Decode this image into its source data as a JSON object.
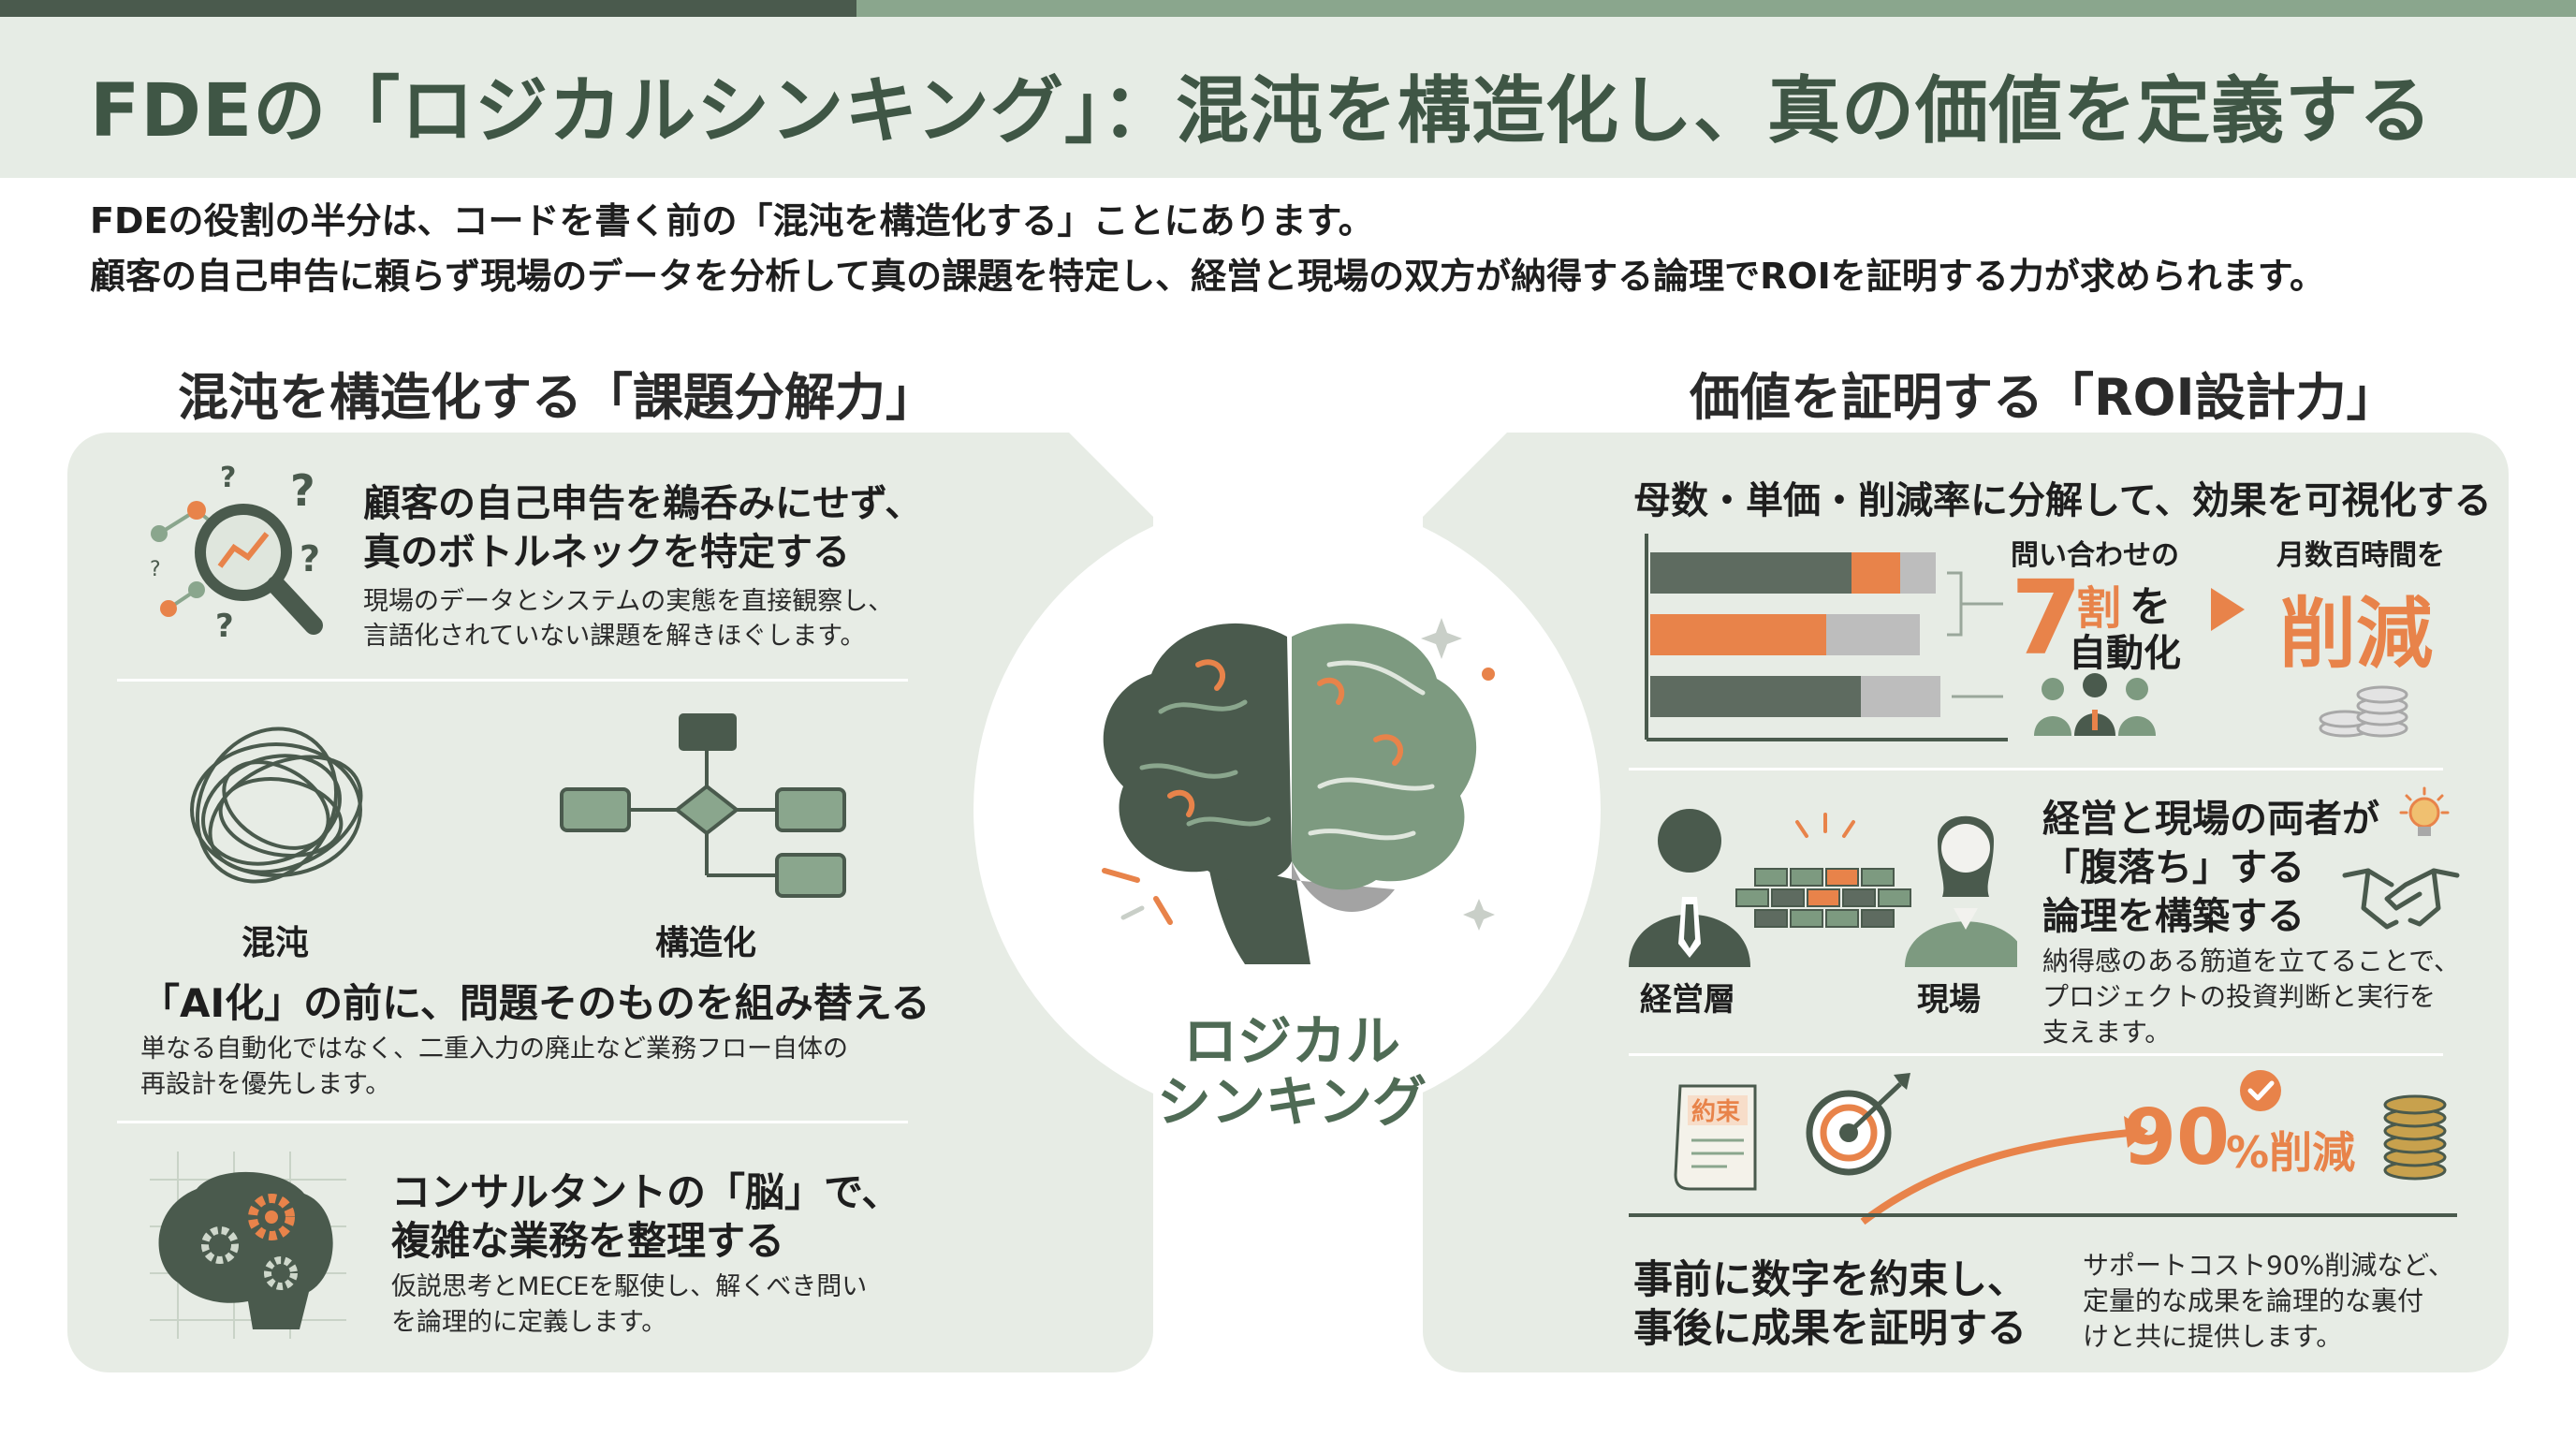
{
  "title": "FDEの「ロジカルシンキング」：混沌を構造化し、真の価値を定義する",
  "intro": [
    "FDEの役割の半分は、コードを書く前の「混沌を構造化する」ことにあります。",
    "顧客の自己申告に頼らず現場のデータを分析して真の課題を特定し、経営と現場の双方が納得する論理でROIを証明する力が求められます。"
  ],
  "colors": {
    "accent_orange": "#e8834a",
    "dark_green": "#4a5a4d",
    "mid_green": "#7d9a80",
    "panel_bg": "#e7ece5"
  },
  "left": {
    "title": "混沌を構造化する「課題分解力」",
    "block1": {
      "icon": "magnifier-question-icon",
      "heading_l1": "顧客の自己申告を鵜呑みにせず、",
      "heading_l2": "真のボトルネックを特定する",
      "body_l1": "現場のデータとシステムの実態を直接観察し、",
      "body_l2": "言語化されていない課題を解きほぐします。"
    },
    "block2": {
      "chaos_label": "混沌",
      "structure_label": "構造化",
      "heading": "「AI化」の前に、問題そのものを組み替える",
      "body_l1": "単なる自動化ではなく、二重入力の廃止など業務フロー自体の",
      "body_l2": "再設計を優先します。"
    },
    "block3": {
      "icon": "brain-gear-icon",
      "heading_l1": "コンサルタントの「脳」で、",
      "heading_l2": "複雑な業務を整理する",
      "body_l1": "仮説思考とMECEを駆使し、解くべき問い",
      "body_l2": "を論理的に定義します。"
    }
  },
  "center": {
    "label_l1": "ロジカル",
    "label_l2": "シンキング",
    "icon": "brain-icon"
  },
  "right": {
    "title": "価値を証明する「ROI設計力」",
    "block1": {
      "heading": "母数・単価・削減率に分解して、効果を可視化する",
      "q_label": "問い合わせの",
      "num": "7",
      "wari": "割",
      "wo": "を",
      "auto": "自動化",
      "monthly": "月数百時間を",
      "reduce": "削減"
    },
    "block2": {
      "exec_label": "経営層",
      "field_label": "現場",
      "heading_l1": "経営と現場の両者が",
      "heading_l2": "「腹落ち」する",
      "heading_l3": "論理を構築する",
      "body_l1": "納得感のある筋道を立てることで、",
      "body_l2": "プロジェクトの投資判断と実行を",
      "body_l3": "支えます。"
    },
    "block3": {
      "contract_label": "約束",
      "pct_num": "90",
      "pct_suffix": "%削減",
      "heading_l1": "事前に数字を約束し、",
      "heading_l2": "事後に成果を証明する",
      "body_l1": "サポートコスト90%削減など、",
      "body_l2": "定量的な成果を論理的な裏付",
      "body_l3": "けと共に提供します。"
    }
  }
}
